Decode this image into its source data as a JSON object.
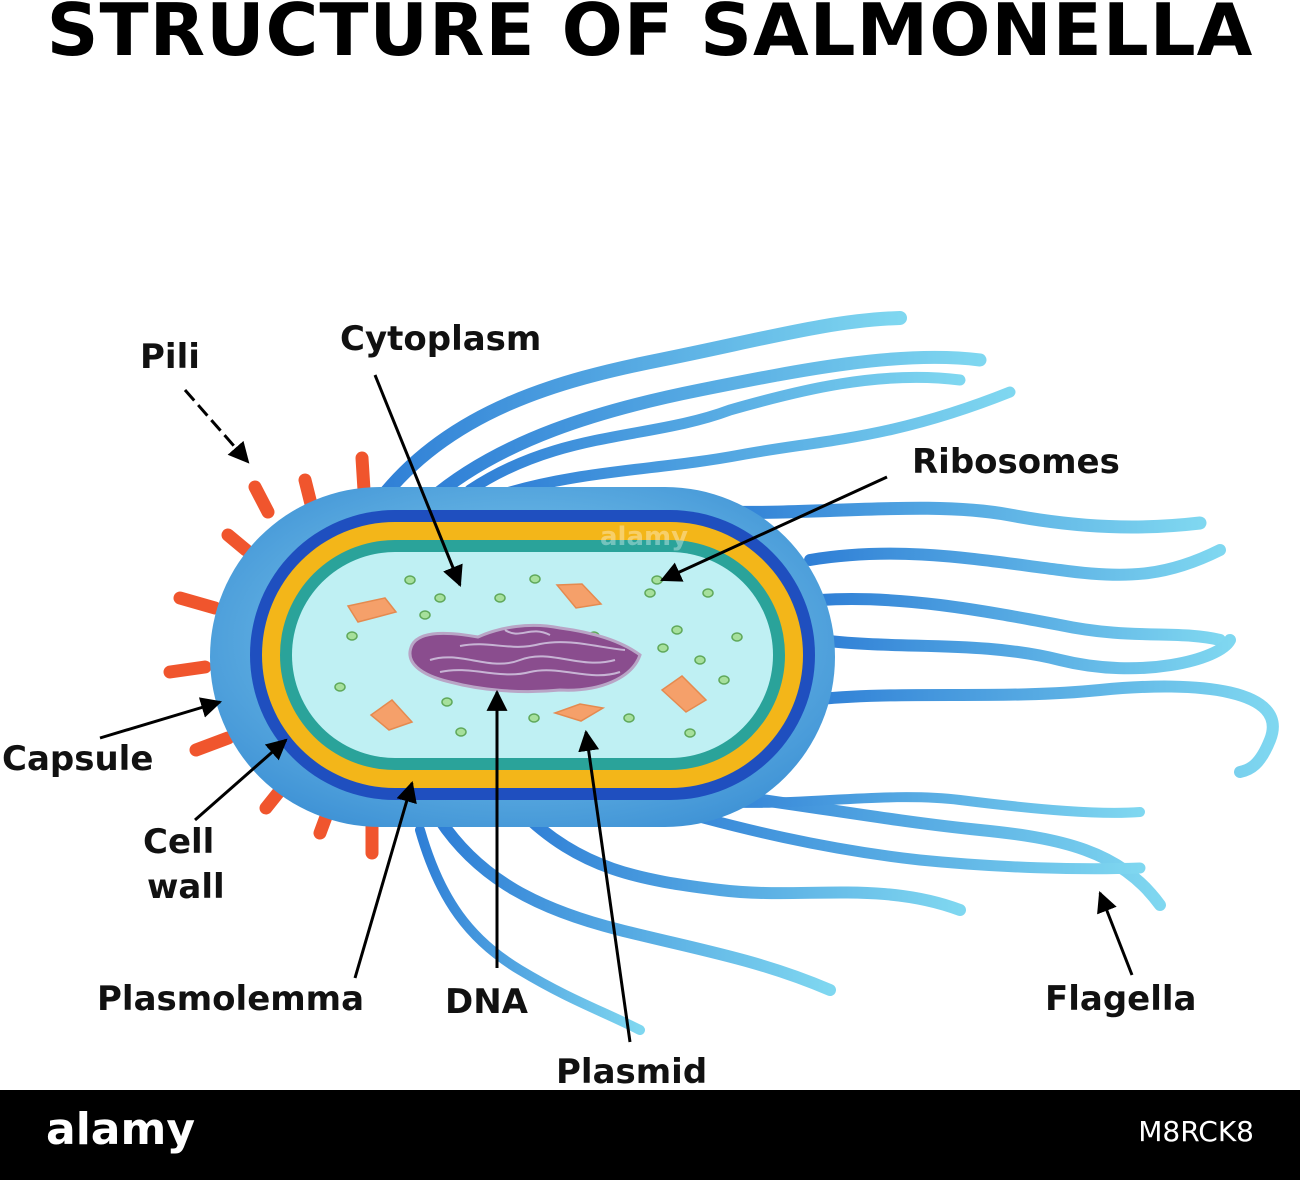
{
  "title": "STRUCTURE OF SALMONELLA",
  "labels": {
    "pili": "Pili",
    "cytoplasm": "Cytoplasm",
    "ribosomes": "Ribosomes",
    "capsule": "Capsule",
    "cell_wall_line1": "Cell",
    "cell_wall_line2": "wall",
    "plasmolemma": "Plasmolemma",
    "dna": "DNA",
    "plasmid": "Plasmid",
    "flagella": "Flagella"
  },
  "colors": {
    "capsule": "#5cb3e6",
    "cell_wall": "#1f4fbf",
    "outer_membrane": "#f3b619",
    "plasmolemma": "#2aa39a",
    "cytoplasm": "#bff0f3",
    "pili": "#f0552d",
    "flagella": "#3f8ee0",
    "dna": "#8a4d8e",
    "plasmid": "#f5a06a",
    "ribosome": "#8fd38a"
  },
  "footer": {
    "brand": "alamy",
    "image_id": "M8RCK8"
  }
}
